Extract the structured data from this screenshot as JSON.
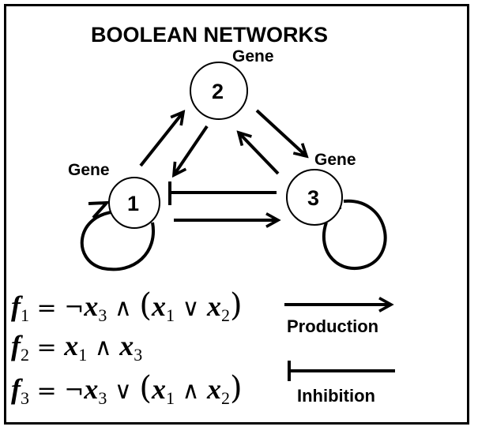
{
  "title": "BOOLEAN NETWORKS",
  "genes": [
    {
      "label": "Gene",
      "number": "1"
    },
    {
      "label": "Gene",
      "number": "2"
    },
    {
      "label": "Gene",
      "number": "3"
    }
  ],
  "equations": {
    "f1": {
      "lhs": "f",
      "lhs_sub": "1"
    },
    "f2": {
      "lhs": "f",
      "lhs_sub": "2"
    },
    "f3": {
      "lhs": "f",
      "lhs_sub": "3"
    }
  },
  "legend": {
    "production": "Production",
    "inhibition": "Inhibition"
  }
}
